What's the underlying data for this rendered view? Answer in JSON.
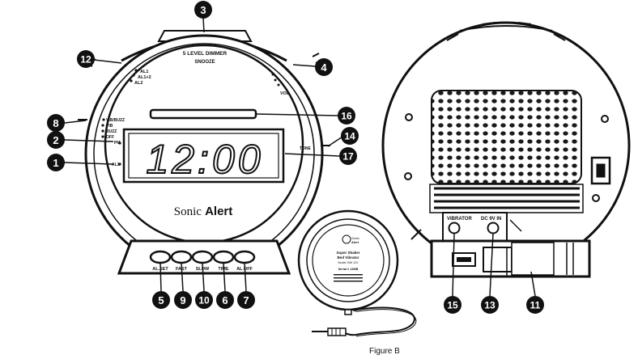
{
  "front_clock": {
    "top_label": "5 LEVEL DIMMER",
    "snooze_label": "SNOOZE",
    "alarm_select": [
      "AL1",
      "AL1+2",
      "AL2"
    ],
    "volume_label": "VOL",
    "mode_select": [
      "VIB/BUZZ",
      "VIB",
      "BUZZ",
      "OFF"
    ],
    "pm_label": "PM",
    "al1_label": "AL1",
    "tone_label": "TONE",
    "display_time": "12:00",
    "brand_regular": "Sonic",
    "brand_bold": "Alert",
    "buttons": [
      "AL.SET",
      "FAST",
      "SLOW",
      "TIME",
      "AL.OFF"
    ]
  },
  "rear_clock": {
    "vibrator_jack": "VIBRATOR",
    "dc_jack": "DC 9V IN"
  },
  "bed_shaker": {
    "logo_line1": "Sonic",
    "logo_line2": "Alert",
    "model_line1": "Super Shaker",
    "model_line2": "Bed Vibrator",
    "rating": "Model: BW 12V",
    "serial": "Serial # 12MB",
    "figure_label": "Figure B"
  },
  "callouts": [
    "1",
    "2",
    "3",
    "4",
    "5",
    "6",
    "7",
    "8",
    "9",
    "10",
    "11",
    "12",
    "13",
    "14",
    "15",
    "16",
    "17"
  ],
  "colors": {
    "line": "#111111",
    "fill": "#ffffff",
    "callout_fill": "#111111",
    "callout_text": "#ffffff"
  }
}
